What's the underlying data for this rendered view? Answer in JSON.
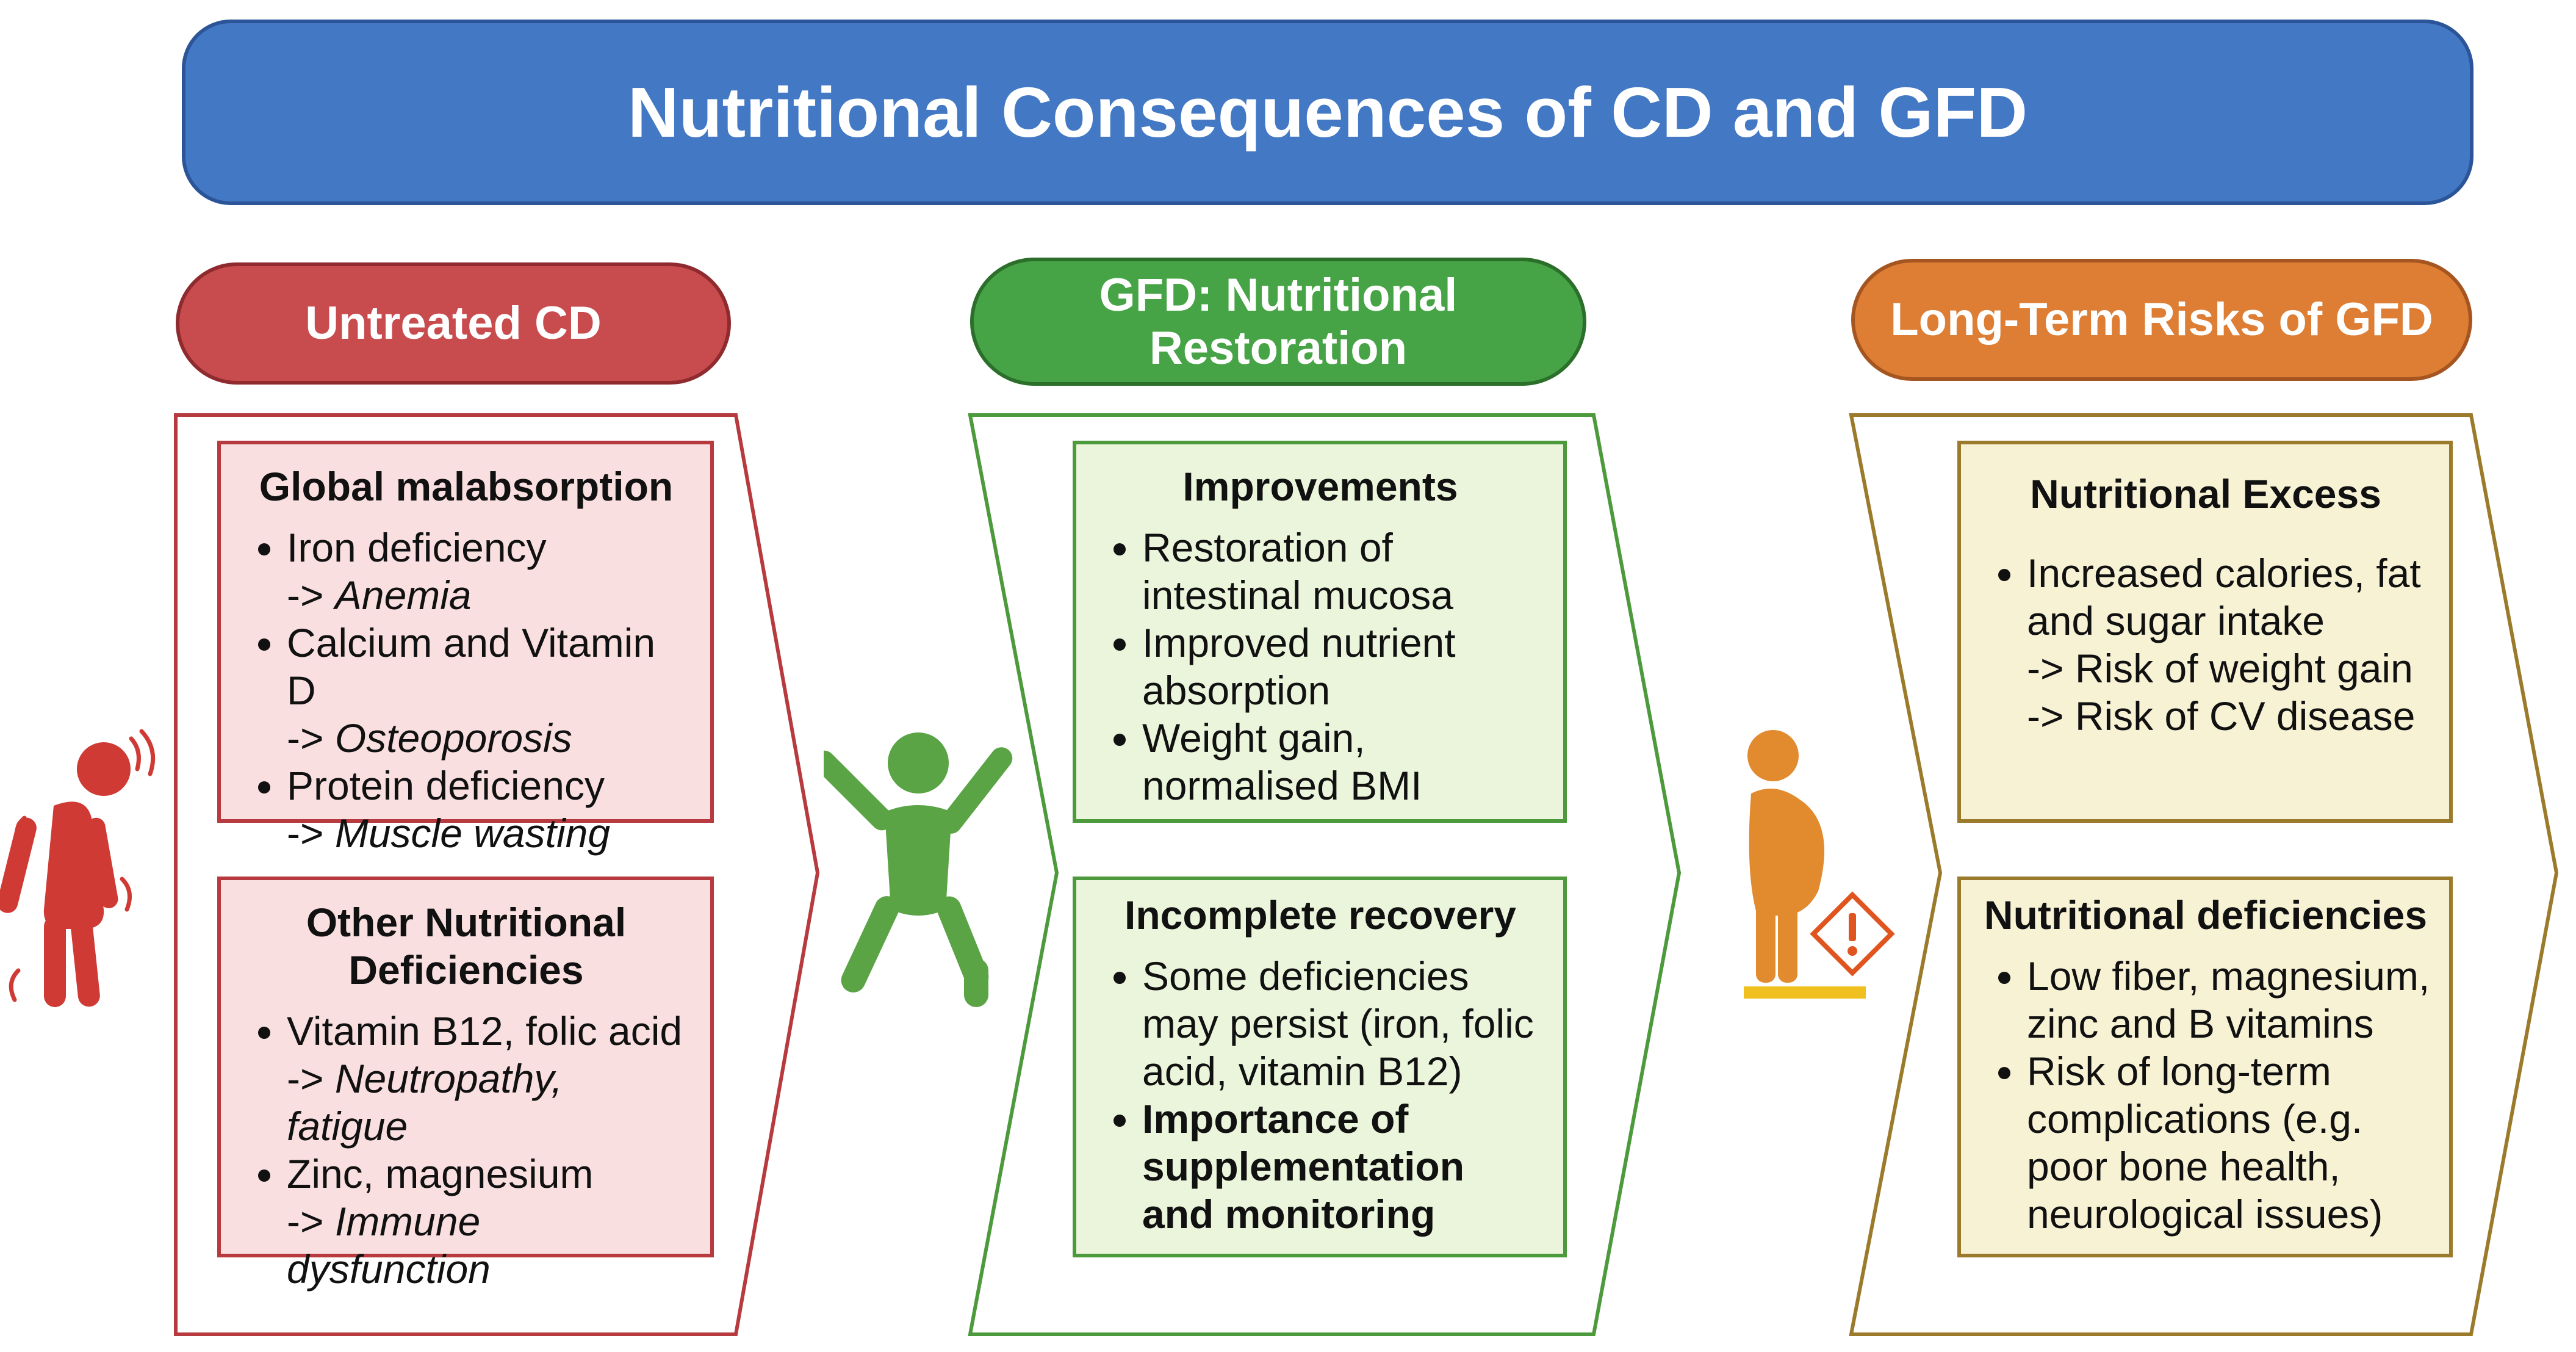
{
  "title": "Nutritional Consequences of CD and GFD",
  "columns": {
    "untreated": {
      "header": "Untreated CD",
      "color": "#c84b4e",
      "box1": {
        "title": "Global malabsorption",
        "items": [
          {
            "text": "Iron deficiency",
            "arrow": "-> ",
            "effect": "Anemia"
          },
          {
            "text": "Calcium and Vitamin D",
            "arrow": "-> ",
            "effect": "Osteoporosis"
          },
          {
            "text": "Protein deficiency",
            "arrow": "-> ",
            "effect": "Muscle wasting"
          }
        ]
      },
      "box2": {
        "title": "Other Nutritional Deficiencies",
        "items": [
          {
            "text": "Vitamin B12, folic acid",
            "arrow": "-> ",
            "effect": "Neutropathy, fatigue"
          },
          {
            "text": "Zinc, magnesium",
            "arrow": "-> ",
            "effect": "Immune dysfunction"
          }
        ]
      }
    },
    "gfd": {
      "header": "GFD: Nutritional Restoration",
      "color": "#47a446",
      "box1": {
        "title": "Improvements",
        "items": [
          "Restoration of intestinal mucosa",
          "Improved nutrient absorption",
          "Weight gain, normalised BMI"
        ]
      },
      "box2": {
        "title": "Incomplete recovery",
        "items": [
          "Some deficiencies may persist (iron, folic acid, vitamin B12)"
        ],
        "bold_item": "Importance of supplementation and monitoring"
      }
    },
    "risks": {
      "header": "Long-Term Risks of GFD",
      "color": "#dd7e34",
      "box1": {
        "title": "Nutritional Excess",
        "item": "Increased calories, fat and sugar intake",
        "arrows": [
          "-> Risk of weight gain",
          "-> Risk of CV disease"
        ]
      },
      "box2": {
        "title": "Nutritional deficiencies",
        "items": [
          "Low fiber, magnesium, zinc and B vitamins",
          "Risk of long-term complications (e.g. poor bone health, neurological issues)"
        ]
      }
    }
  },
  "icons": {
    "untreated": "sick-person-icon",
    "gfd": "cheering-person-icon",
    "risks": "overweight-person-on-scale-icon",
    "warning": "warning-icon"
  }
}
